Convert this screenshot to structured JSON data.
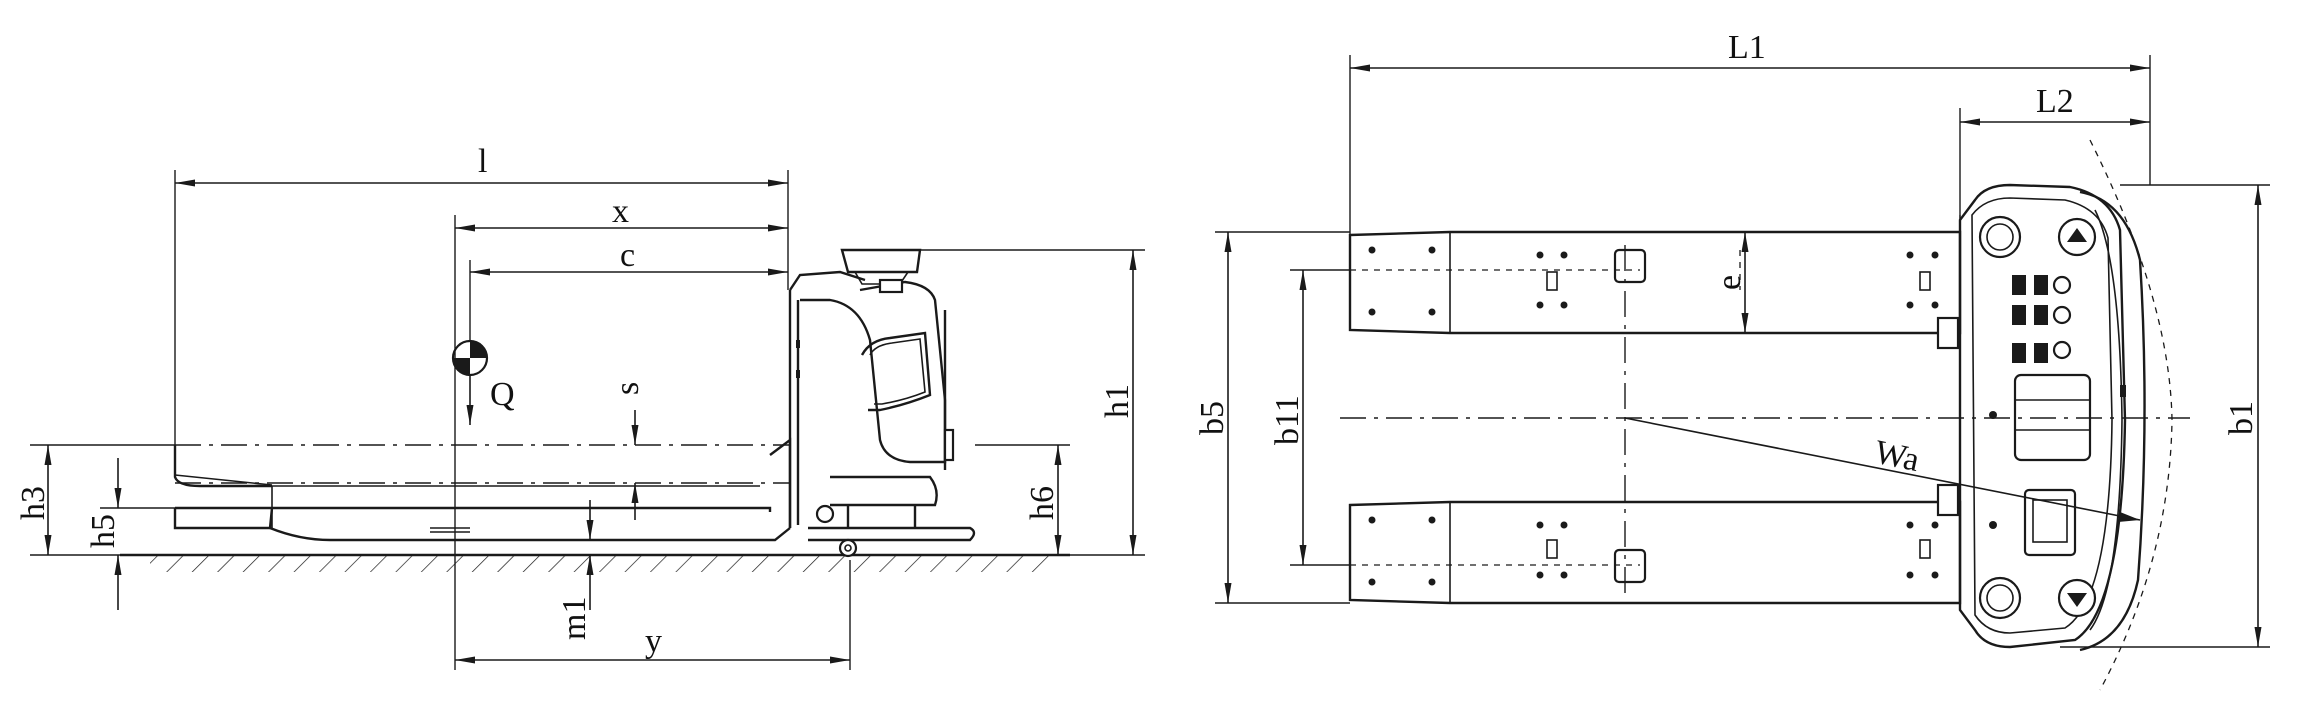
{
  "side_view": {
    "labels": {
      "l": "l",
      "x": "x",
      "c": "c",
      "Q": "Q",
      "s": "s",
      "h1": "h1",
      "h3": "h3",
      "h5": "h5",
      "h6": "h6",
      "m1": "m1",
      "y": "y"
    }
  },
  "top_view": {
    "labels": {
      "L1": "L1",
      "L2": "L2",
      "e": "e",
      "b5": "b5",
      "b11": "b11",
      "b1": "b1",
      "Wa": "Wa"
    }
  },
  "colors": {
    "line": "#1a1a1a",
    "background": "#ffffff"
  }
}
